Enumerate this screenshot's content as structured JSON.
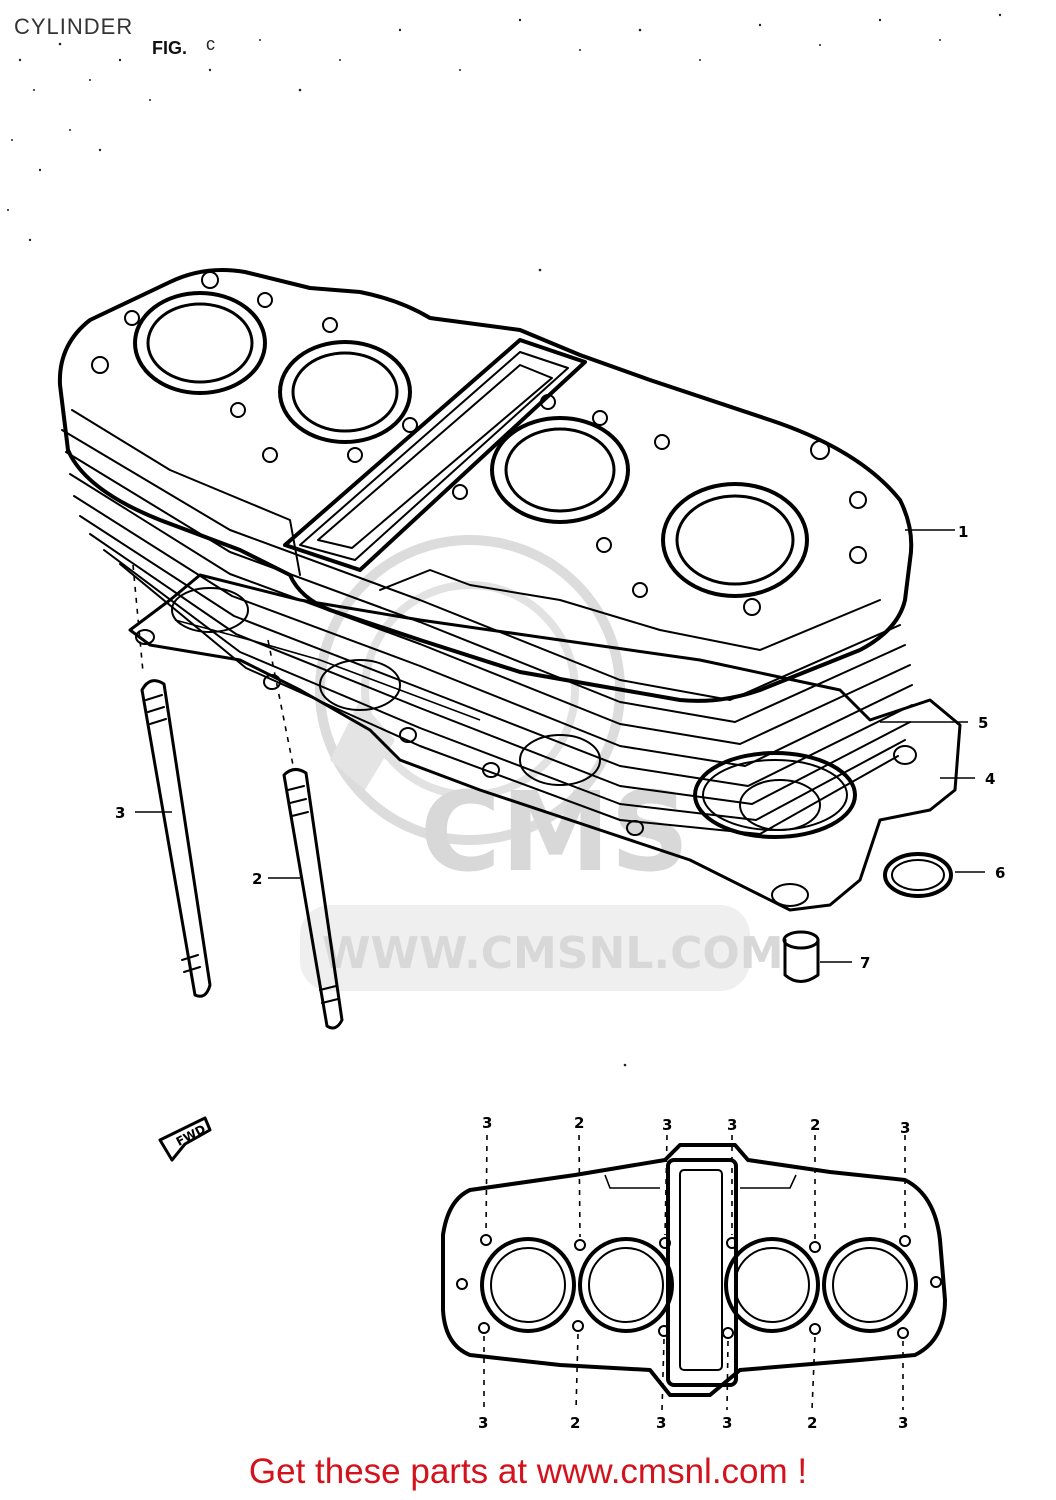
{
  "header": {
    "title": "CYLINDER",
    "fig_label": "FIG.",
    "fig_number": "c"
  },
  "watermark": {
    "brand": "CMS",
    "url": "WWW.CMSNL.COM"
  },
  "fwd_label": "FWD",
  "callouts": {
    "cylinder": "1",
    "stud_short": "2",
    "stud_long": "3",
    "gasket": "4",
    "o_ring_large": "5",
    "o_ring_small": "6",
    "dowel_pin": "7"
  },
  "layout_plan": {
    "top_labels": [
      "3",
      "2",
      "3",
      "3",
      "2",
      "3"
    ],
    "bottom_labels": [
      "3",
      "2",
      "3",
      "3",
      "2",
      "3"
    ]
  },
  "footer": {
    "text": "Get these parts at www.cmsnl.com !"
  },
  "colors": {
    "footer": "#d4121b",
    "ink": "#000000",
    "watermark": "#d8d8d8"
  }
}
